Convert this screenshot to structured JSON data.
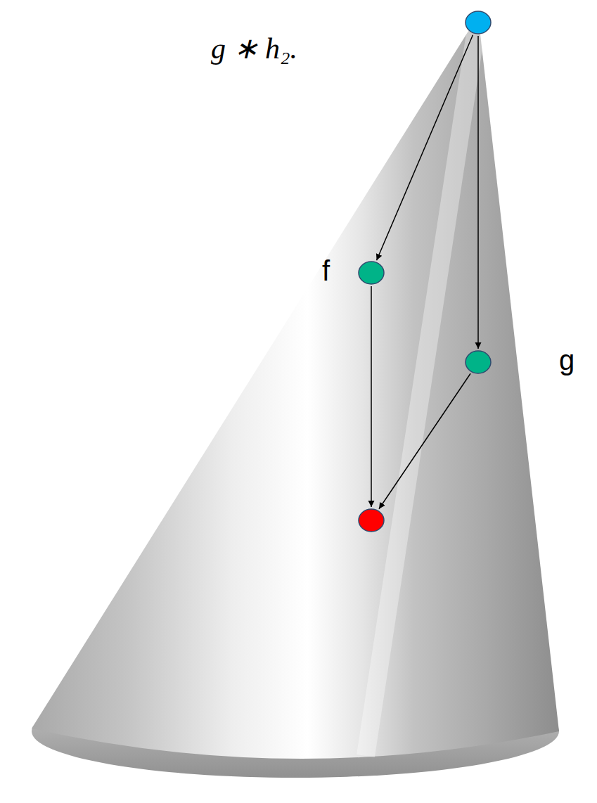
{
  "diagram": {
    "nodes": [
      {
        "text": []
      },
      {
        "text": [
          "f"
        ]
      },
      {
        "text": [
          "g"
        ]
      },
      {
        "text": []
      }
    ],
    "edges": [
      {
        "from": 0,
        "to": 1,
        "arrow": "to"
      },
      {
        "from": 0,
        "to": 2,
        "arrow": "to"
      },
      {
        "from": 1,
        "to": 3,
        "arrow": "to"
      },
      {
        "from": 2,
        "to": 3,
        "arrow": "to"
      }
    ],
    "labels": [
      "g ∗ h₂."
    ]
  }
}
